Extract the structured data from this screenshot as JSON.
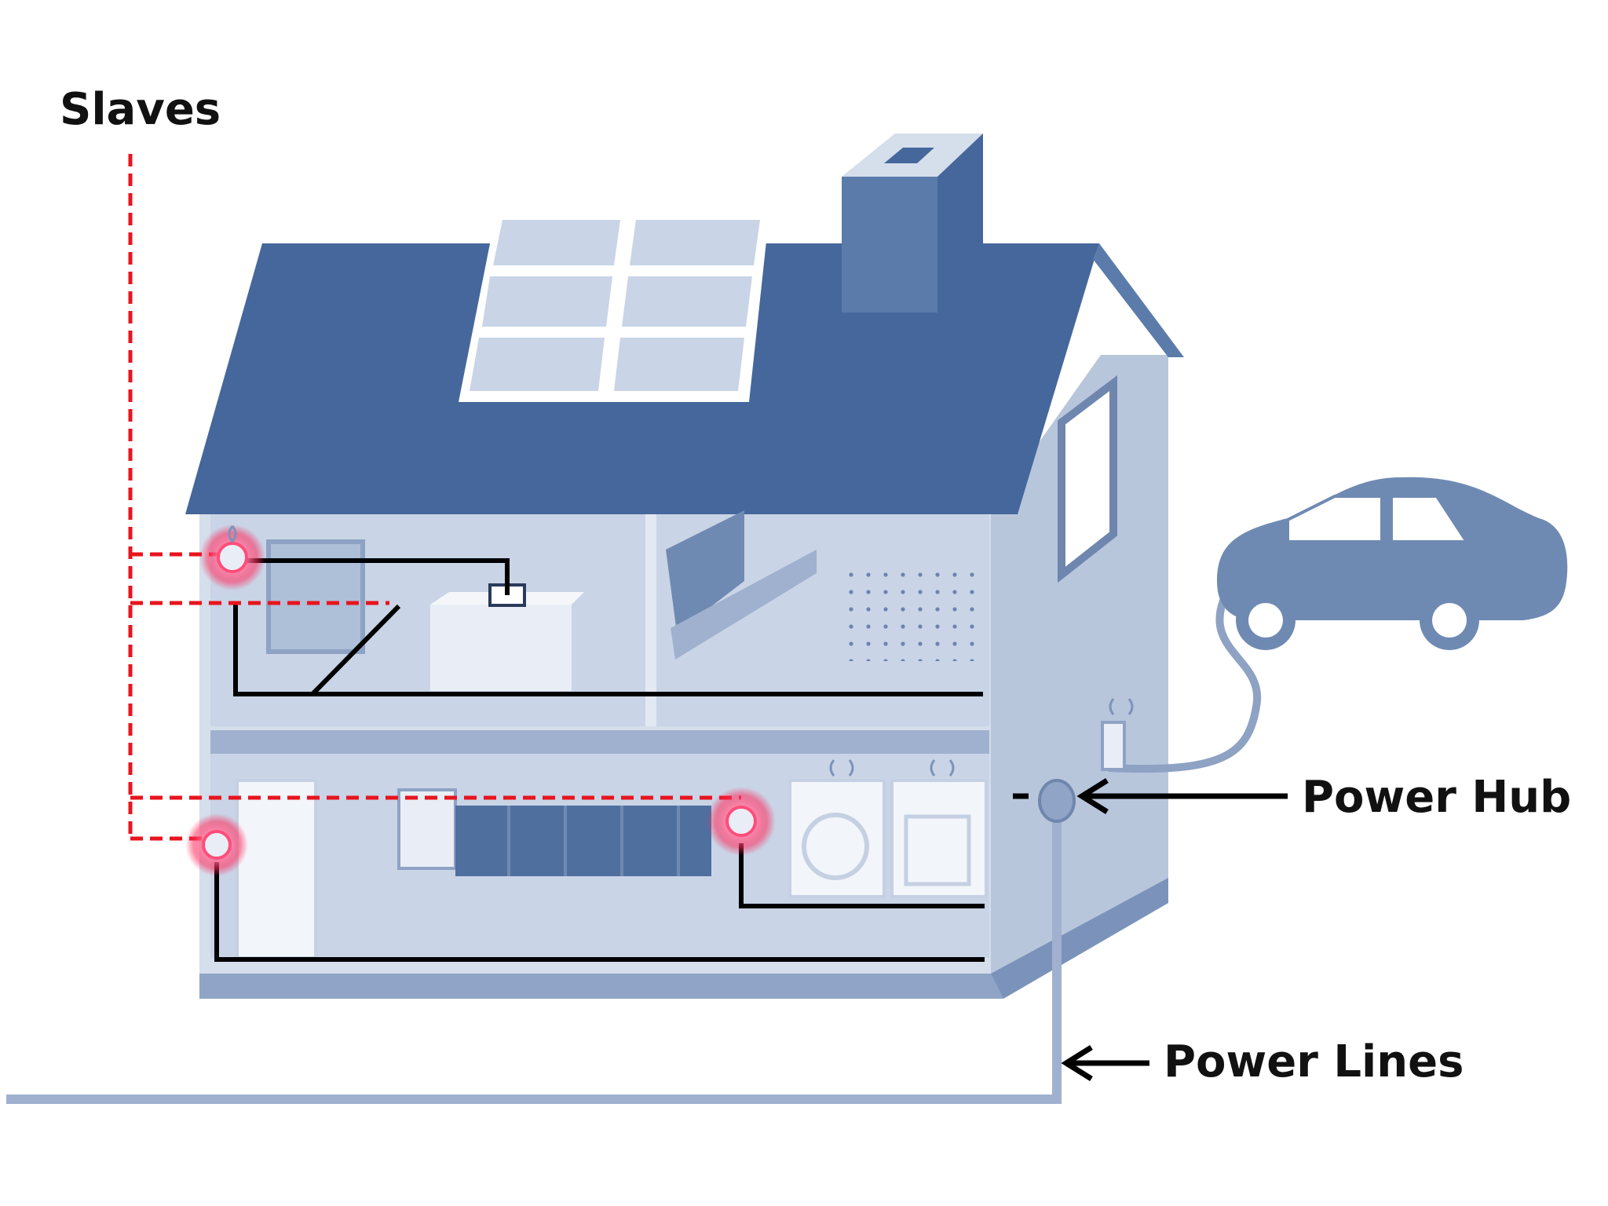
{
  "labels": {
    "slaves": "Slaves",
    "power_hub": "Power Hub",
    "power_lines": "Power Lines"
  },
  "colors": {
    "roof": "#45679b",
    "wall": "#c8d3e4",
    "wall_dark": "#9fb2cf",
    "floor": "#7f98bf",
    "slave_link": "#e8141e",
    "wire": "#000000",
    "glow": "#ff3a6e"
  },
  "icons": [
    "slave-node-icon",
    "power-hub-icon",
    "wifi-signal-icon",
    "solar-panel-icon",
    "electric-car-icon"
  ]
}
